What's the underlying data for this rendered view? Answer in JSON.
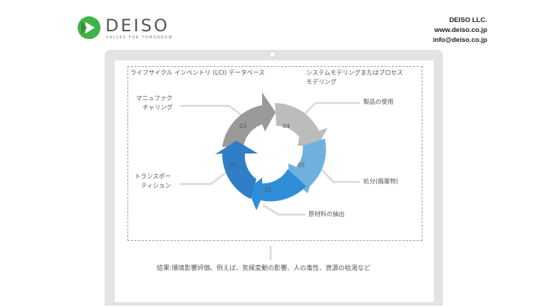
{
  "brand": {
    "name": "DEISO",
    "tagline": "VALUES FOR TOMORROW",
    "logo_color": "#3fb34a",
    "icon": "green-play-logo-icon"
  },
  "contact": {
    "company": "DEISO LLC.",
    "website": "www.deiso.co.jp",
    "email": "info@deiso.co.jp"
  },
  "device": {
    "type": "laptop-frame",
    "color": "#e3e3e3"
  },
  "diagram": {
    "database_label": "ライフサイクル インベントリ (LCI) データベース",
    "system_label_line1": "システムモデリングまたはプロセス",
    "system_label_line2": "モデリング",
    "result_label": "結果:環境影響評価、例えば、気候変動の影響、人の毒性、資源の枯渇など",
    "stages": [
      {
        "number": "01",
        "label": "原材料の抽出",
        "color": "#2e8fd8"
      },
      {
        "number": "02",
        "label_line1": "トランスポー",
        "label_line2": "ティション",
        "color": "#2f7ec8"
      },
      {
        "number": "03",
        "label_line1": "マニュファク",
        "label_line2": "チャリング",
        "color": "#9a9a9a"
      },
      {
        "number": "04",
        "label": "製品の使用",
        "color": "#bcbcbc"
      },
      {
        "number": "05",
        "label": "処分(廃棄物)",
        "color": "#6fb1de"
      }
    ]
  }
}
